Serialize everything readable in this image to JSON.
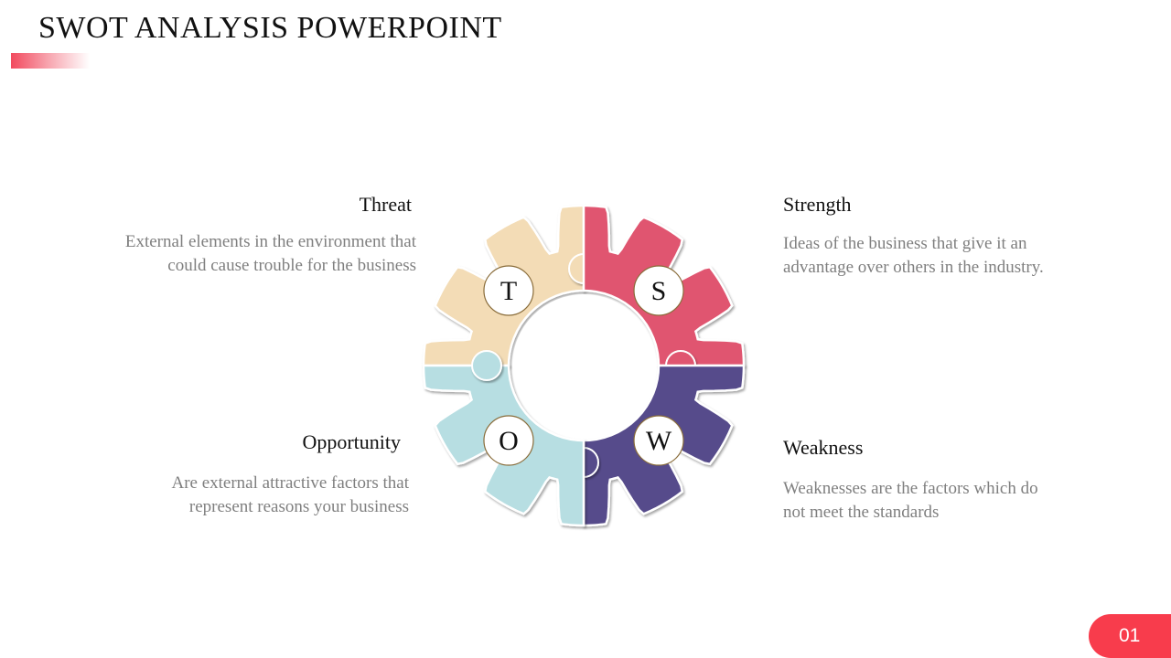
{
  "slide": {
    "title": "SWOT ANALYSIS POWERPOINT",
    "page_number": "01",
    "accent_color": "#f83c4c"
  },
  "segments": {
    "threat": {
      "letter": "T",
      "label": "Threat",
      "description": "External elements in the environment that could cause trouble for the business",
      "color": "#f3dcb6"
    },
    "strength": {
      "letter": "S",
      "label": "Strength",
      "description": "Ideas of the business that give it an advantage over others in the industry.",
      "color": "#e05570"
    },
    "opportunity": {
      "letter": "O",
      "label": "Opportunity",
      "description": "Are external attractive factors that represent reasons your business",
      "color": "#b7dee2"
    },
    "weakness": {
      "letter": "W",
      "label": "Weakness",
      "description": "Weaknesses are the factors which do not meet the standards",
      "color": "#574c8b"
    }
  }
}
